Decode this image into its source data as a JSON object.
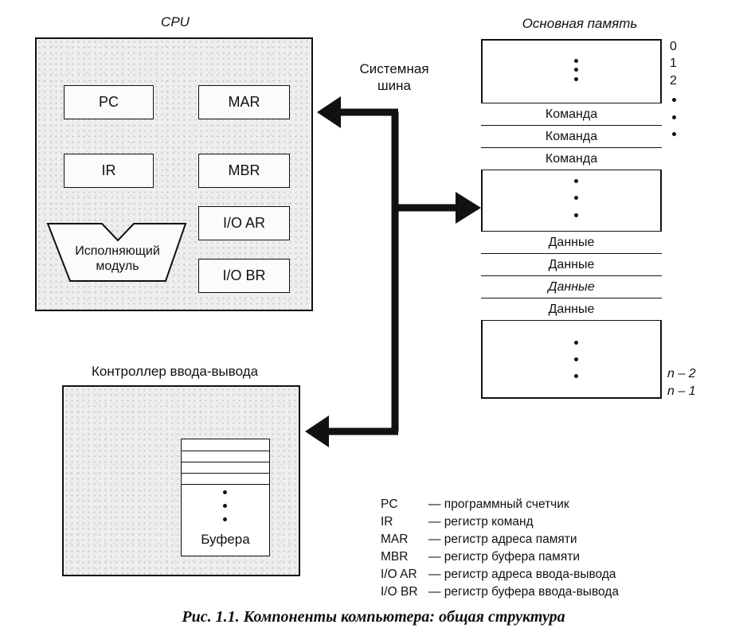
{
  "cpu": {
    "title": "CPU",
    "registers": {
      "pc": "PC",
      "mar": "MAR",
      "ir": "IR",
      "mbr": "MBR",
      "ioar": "I/O AR",
      "iobr": "I/O BR"
    },
    "execution_unit": [
      "Исполняющий",
      "модуль"
    ]
  },
  "bus": {
    "label": [
      "Системная",
      "шина"
    ]
  },
  "memory": {
    "title": "Основная память",
    "cells": [
      "Команда",
      "Команда",
      "Команда",
      "Данные",
      "Данные",
      "Данные",
      "Данные"
    ],
    "addresses_top": [
      "0",
      "1",
      "2"
    ],
    "addresses_bottom": [
      "n – 2",
      "n – 1"
    ]
  },
  "io": {
    "title": "Контроллер ввода-вывода",
    "buffers_label": "Буфера"
  },
  "legend": [
    {
      "abbr": "PC",
      "text": "— программный счетчик"
    },
    {
      "abbr": "IR",
      "text": "— регистр команд"
    },
    {
      "abbr": "MAR",
      "text": "— регистр адреса памяти"
    },
    {
      "abbr": "MBR",
      "text": "— регистр буфера памяти"
    },
    {
      "abbr": "I/O AR",
      "text": "— регистр адреса ввода-вывода"
    },
    {
      "abbr": "I/O BR",
      "text": "— регистр буфера ввода-вывода"
    }
  ],
  "caption": "Рис. 1.1. Компоненты компьютера: общая структура"
}
